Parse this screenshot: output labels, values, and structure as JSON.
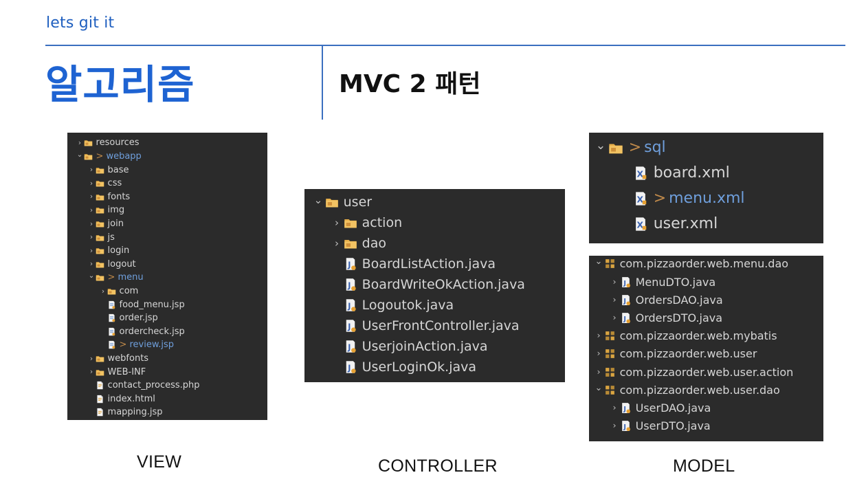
{
  "header": {
    "brand": "lets git it",
    "title": "알고리즘",
    "subtitle": "MVC 2 패턴"
  },
  "view_panel": {
    "items": [
      {
        "label": "resources",
        "prefix": ""
      },
      {
        "label": "webapp",
        "prefix": ">"
      },
      {
        "label": "base",
        "prefix": ""
      },
      {
        "label": "css",
        "prefix": ""
      },
      {
        "label": "fonts",
        "prefix": ""
      },
      {
        "label": "img",
        "prefix": ""
      },
      {
        "label": "join",
        "prefix": ""
      },
      {
        "label": "js",
        "prefix": ""
      },
      {
        "label": "login",
        "prefix": ""
      },
      {
        "label": "logout",
        "prefix": ""
      },
      {
        "label": "menu",
        "prefix": ">"
      },
      {
        "label": "com",
        "prefix": ""
      },
      {
        "label": "food_menu.jsp",
        "prefix": ""
      },
      {
        "label": "order.jsp",
        "prefix": ""
      },
      {
        "label": "ordercheck.jsp",
        "prefix": ""
      },
      {
        "label": "review.jsp",
        "prefix": ">"
      },
      {
        "label": "webfonts",
        "prefix": ""
      },
      {
        "label": "WEB-INF",
        "prefix": ""
      },
      {
        "label": "contact_process.php",
        "prefix": ""
      },
      {
        "label": "index.html",
        "prefix": ""
      },
      {
        "label": "mapping.jsp",
        "prefix": ""
      }
    ]
  },
  "controller_panel": {
    "items": [
      {
        "label": "user",
        "prefix": ""
      },
      {
        "label": "action",
        "prefix": ""
      },
      {
        "label": "dao",
        "prefix": ""
      },
      {
        "label": "BoardListAction.java",
        "prefix": ""
      },
      {
        "label": "BoardWriteOkAction.java",
        "prefix": ""
      },
      {
        "label": "Logoutok.java",
        "prefix": ""
      },
      {
        "label": "UserFrontController.java",
        "prefix": ""
      },
      {
        "label": "UserjoinAction.java",
        "prefix": ""
      },
      {
        "label": "UserLoginOk.java",
        "prefix": ""
      }
    ]
  },
  "model_sql_panel": {
    "items": [
      {
        "label": "sql",
        "prefix": ">"
      },
      {
        "label": "board.xml",
        "prefix": ""
      },
      {
        "label": "menu.xml",
        "prefix": ">"
      },
      {
        "label": "user.xml",
        "prefix": ""
      }
    ]
  },
  "model_pkg_panel": {
    "items": [
      {
        "label": "com.pizzaorder.web.menu.dao",
        "prefix": ""
      },
      {
        "label": "MenuDTO.java",
        "prefix": ""
      },
      {
        "label": "OrdersDAO.java",
        "prefix": ""
      },
      {
        "label": "OrdersDTO.java",
        "prefix": ""
      },
      {
        "label": "com.pizzaorder.web.mybatis",
        "prefix": ""
      },
      {
        "label": "com.pizzaorder.web.user",
        "prefix": ""
      },
      {
        "label": "com.pizzaorder.web.user.action",
        "prefix": ""
      },
      {
        "label": "com.pizzaorder.web.user.dao",
        "prefix": ""
      },
      {
        "label": "UserDAO.java",
        "prefix": ""
      },
      {
        "label": "UserDTO.java",
        "prefix": ""
      }
    ]
  },
  "captions": {
    "view": "VIEW",
    "controller": "CONTROLLER",
    "model": "MODEL"
  },
  "colors": {
    "accent": "#1e63d2",
    "panel_bg": "#2b2b2b",
    "link_text": "#6f9fdc"
  }
}
